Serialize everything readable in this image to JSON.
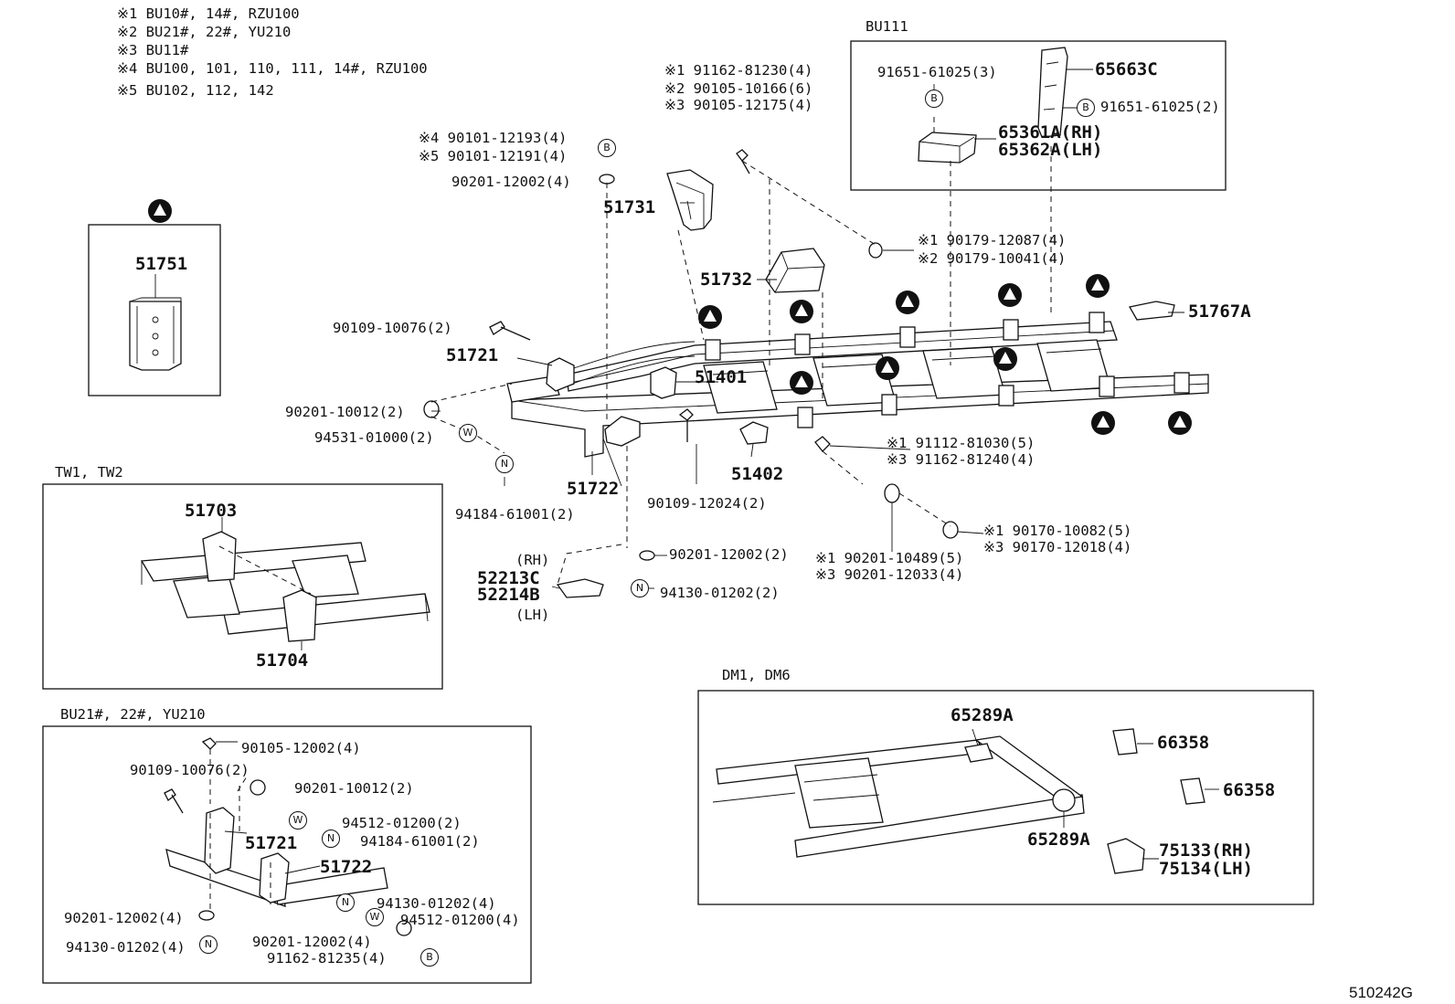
{
  "notes": [
    {
      "mark": "※1",
      "text": "BU10#, 14#, RZU100"
    },
    {
      "mark": "※2",
      "text": "BU21#, 22#, YU210"
    },
    {
      "mark": "※3",
      "text": "BU11#"
    },
    {
      "mark": "※4",
      "text": "BU100, 101, 110, 111, 14#, RZU100"
    },
    {
      "mark": "※5",
      "text": "BU102, 112, 142"
    }
  ],
  "symbols": {
    "B": "B",
    "W": "W",
    "N": "N"
  },
  "inset_triangle": {
    "part": "51751"
  },
  "inset_bu111": {
    "title": "BU111",
    "bolt_top": "91651-61025(3)",
    "bolt_right": "91651-61025(2)",
    "part_guard": "65663C",
    "part_rh": "65361A(RH)",
    "part_lh": "65362A(LH)"
  },
  "inset_tw": {
    "title": "TW1, TW2",
    "part_a": "51703",
    "part_b": "51704"
  },
  "inset_bu21": {
    "title": "BU21#, 22#, YU210",
    "l1": "90105-12002(4)",
    "l2": "90109-10076(2)",
    "l3": "90201-10012(2)",
    "l4": "94512-01200(2)",
    "l5": "94184-61001(2)",
    "l6": "51721",
    "l7": "51722",
    "l8": "94130-01202(4)",
    "l9": "94512-01200(4)",
    "l10": "90201-12002(4)",
    "l11": "90201-12002(4)",
    "l12": "94130-01202(4)",
    "l13": "91162-81235(4)"
  },
  "inset_dm": {
    "title": "DM1, DM6",
    "p1": "65289A",
    "p2": "65289A",
    "p3": "66358",
    "p4": "66358",
    "p5": "75133(RH)",
    "p6": "75134(LH)"
  },
  "main": {
    "b1_m1": "※1",
    "b1_1": "91162-81230(4)",
    "b1_m2": "※2",
    "b1_2": "90105-10166(6)",
    "b1_m3": "※3",
    "b1_3": "90105-12175(4)",
    "b2_m4": "※4",
    "b2_1": "90101-12193(4)",
    "b2_m5": "※5",
    "b2_2": "90101-12191(4)",
    "washer_top": "90201-12002(4)",
    "p51731": "51731",
    "p51732": "51732",
    "nut_m1": "※1",
    "nut_1": "90179-12087(4)",
    "nut_m2": "※2",
    "nut_2": "90179-10041(4)",
    "p51767a": "51767A",
    "bolt_left": "90109-10076(2)",
    "p51721": "51721",
    "p51401": "51401",
    "washer_left": "90201-10012(2)",
    "washer_w": "94531-01000(2)",
    "nut_n": "94184-61001(2)",
    "p51722": "51722",
    "bolt_mid": "90109-12024(2)",
    "p51402": "51402",
    "bolt_r_m1": "※1",
    "bolt_r_1": "91112-81030(5)",
    "bolt_r_m3": "※3",
    "bolt_r_3": "91162-81240(4)",
    "nut_r_m1": "※1",
    "nut_r_1": "90170-10082(5)",
    "nut_r_m3": "※3",
    "nut_r_3": "90170-12018(4)",
    "wash_r_m1": "※1",
    "wash_r_1": "90201-10489(5)",
    "wash_r_m3": "※3",
    "wash_r_3": "90201-12033(4)",
    "rh": "(RH)",
    "p52213c": "52213C",
    "p52214b": "52214B",
    "lh": "(LH)",
    "washer_bot": "90201-12002(2)",
    "nut_bot": "94130-01202(2)"
  },
  "figure_code": "510242G"
}
